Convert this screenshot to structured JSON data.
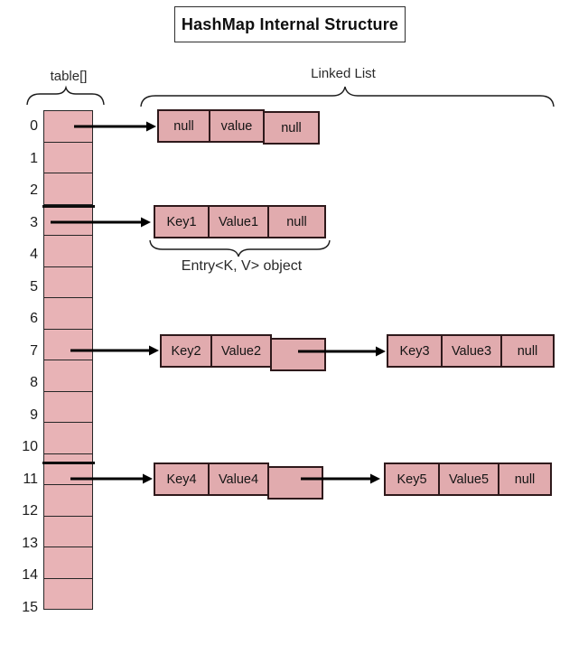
{
  "title": "HashMap Internal Structure",
  "labels": {
    "table_array": "table[]",
    "linked_list": "Linked List",
    "entry_object": "Entry<K, V> object"
  },
  "array": {
    "indices": [
      "0",
      "1",
      "2",
      "3",
      "4",
      "5",
      "6",
      "7",
      "8",
      "9",
      "10",
      "11",
      "12",
      "13",
      "14",
      "15"
    ]
  },
  "nodes": {
    "node0": {
      "cells": [
        "null",
        "value",
        "null"
      ]
    },
    "node3": {
      "cells": [
        "Key1",
        "Value1",
        "null"
      ]
    },
    "node7a": {
      "cells": [
        "Key2",
        "Value2",
        ""
      ]
    },
    "node7b": {
      "cells": [
        "Key3",
        "Value3",
        "null"
      ]
    },
    "node11a": {
      "cells": [
        "Key4",
        "Value4",
        ""
      ]
    },
    "node11b": {
      "cells": [
        "Key5",
        "Value5",
        "null"
      ]
    }
  },
  "colors": {
    "bucket_fill": "#e8b3b6",
    "node_fill": "#e1abae",
    "border": "#2e191b",
    "arrow": "#000000"
  }
}
